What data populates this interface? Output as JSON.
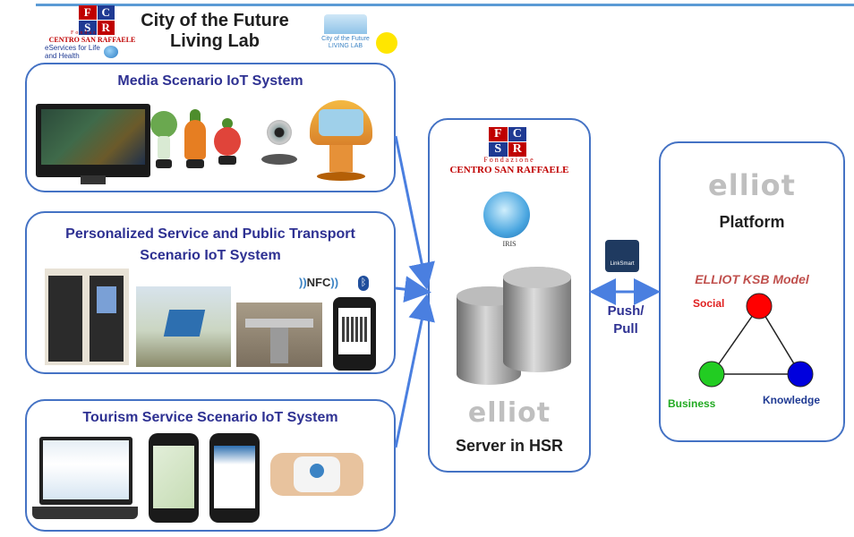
{
  "header": {
    "fcsr_letters": [
      "F",
      "C",
      "S",
      "R"
    ],
    "fondazione_label": "Fondazione",
    "csr_label": "CENTRO SAN RAFFAELE",
    "eservices_label": "eServices for Life and Health",
    "title_line1": "City of the Future",
    "title_line2": "Living Lab",
    "living_lab_label": "City of the Future LIVING LAB"
  },
  "scenarios": {
    "media": {
      "title": "Media Scenario IoT System"
    },
    "transport": {
      "title_line1": "Personalized Service and Public Transport",
      "title_line2": "Scenario IoT System",
      "nfc_label": "NFC"
    },
    "tourism": {
      "title": "Tourism Service Scenario IoT System"
    }
  },
  "server": {
    "fcsr_letters": [
      "F",
      "C",
      "S",
      "R"
    ],
    "fondazione_label": "Fondazione",
    "csr_label": "CENTRO SAN RAFFAELE",
    "iris_label": "IRIS",
    "elliot_label": "elliot",
    "caption": "Server in HSR"
  },
  "link": {
    "push_pull_line1": "Push/",
    "push_pull_line2": "Pull",
    "linksmart_label": "LinkSmart"
  },
  "platform": {
    "elliot_label": "elliot",
    "title": "Platform",
    "model_title": "ELLIOT KSB Model",
    "nodes": [
      {
        "label": "Social",
        "color": "#ff0000"
      },
      {
        "label": "Business",
        "color": "#22cc22"
      },
      {
        "label": "Knowledge",
        "color": "#0000dd"
      }
    ]
  },
  "colors": {
    "border": "#4472c4",
    "title": "#2e3192",
    "arrow": "#4a7fe0",
    "fcsr_red": "#c00000"
  }
}
